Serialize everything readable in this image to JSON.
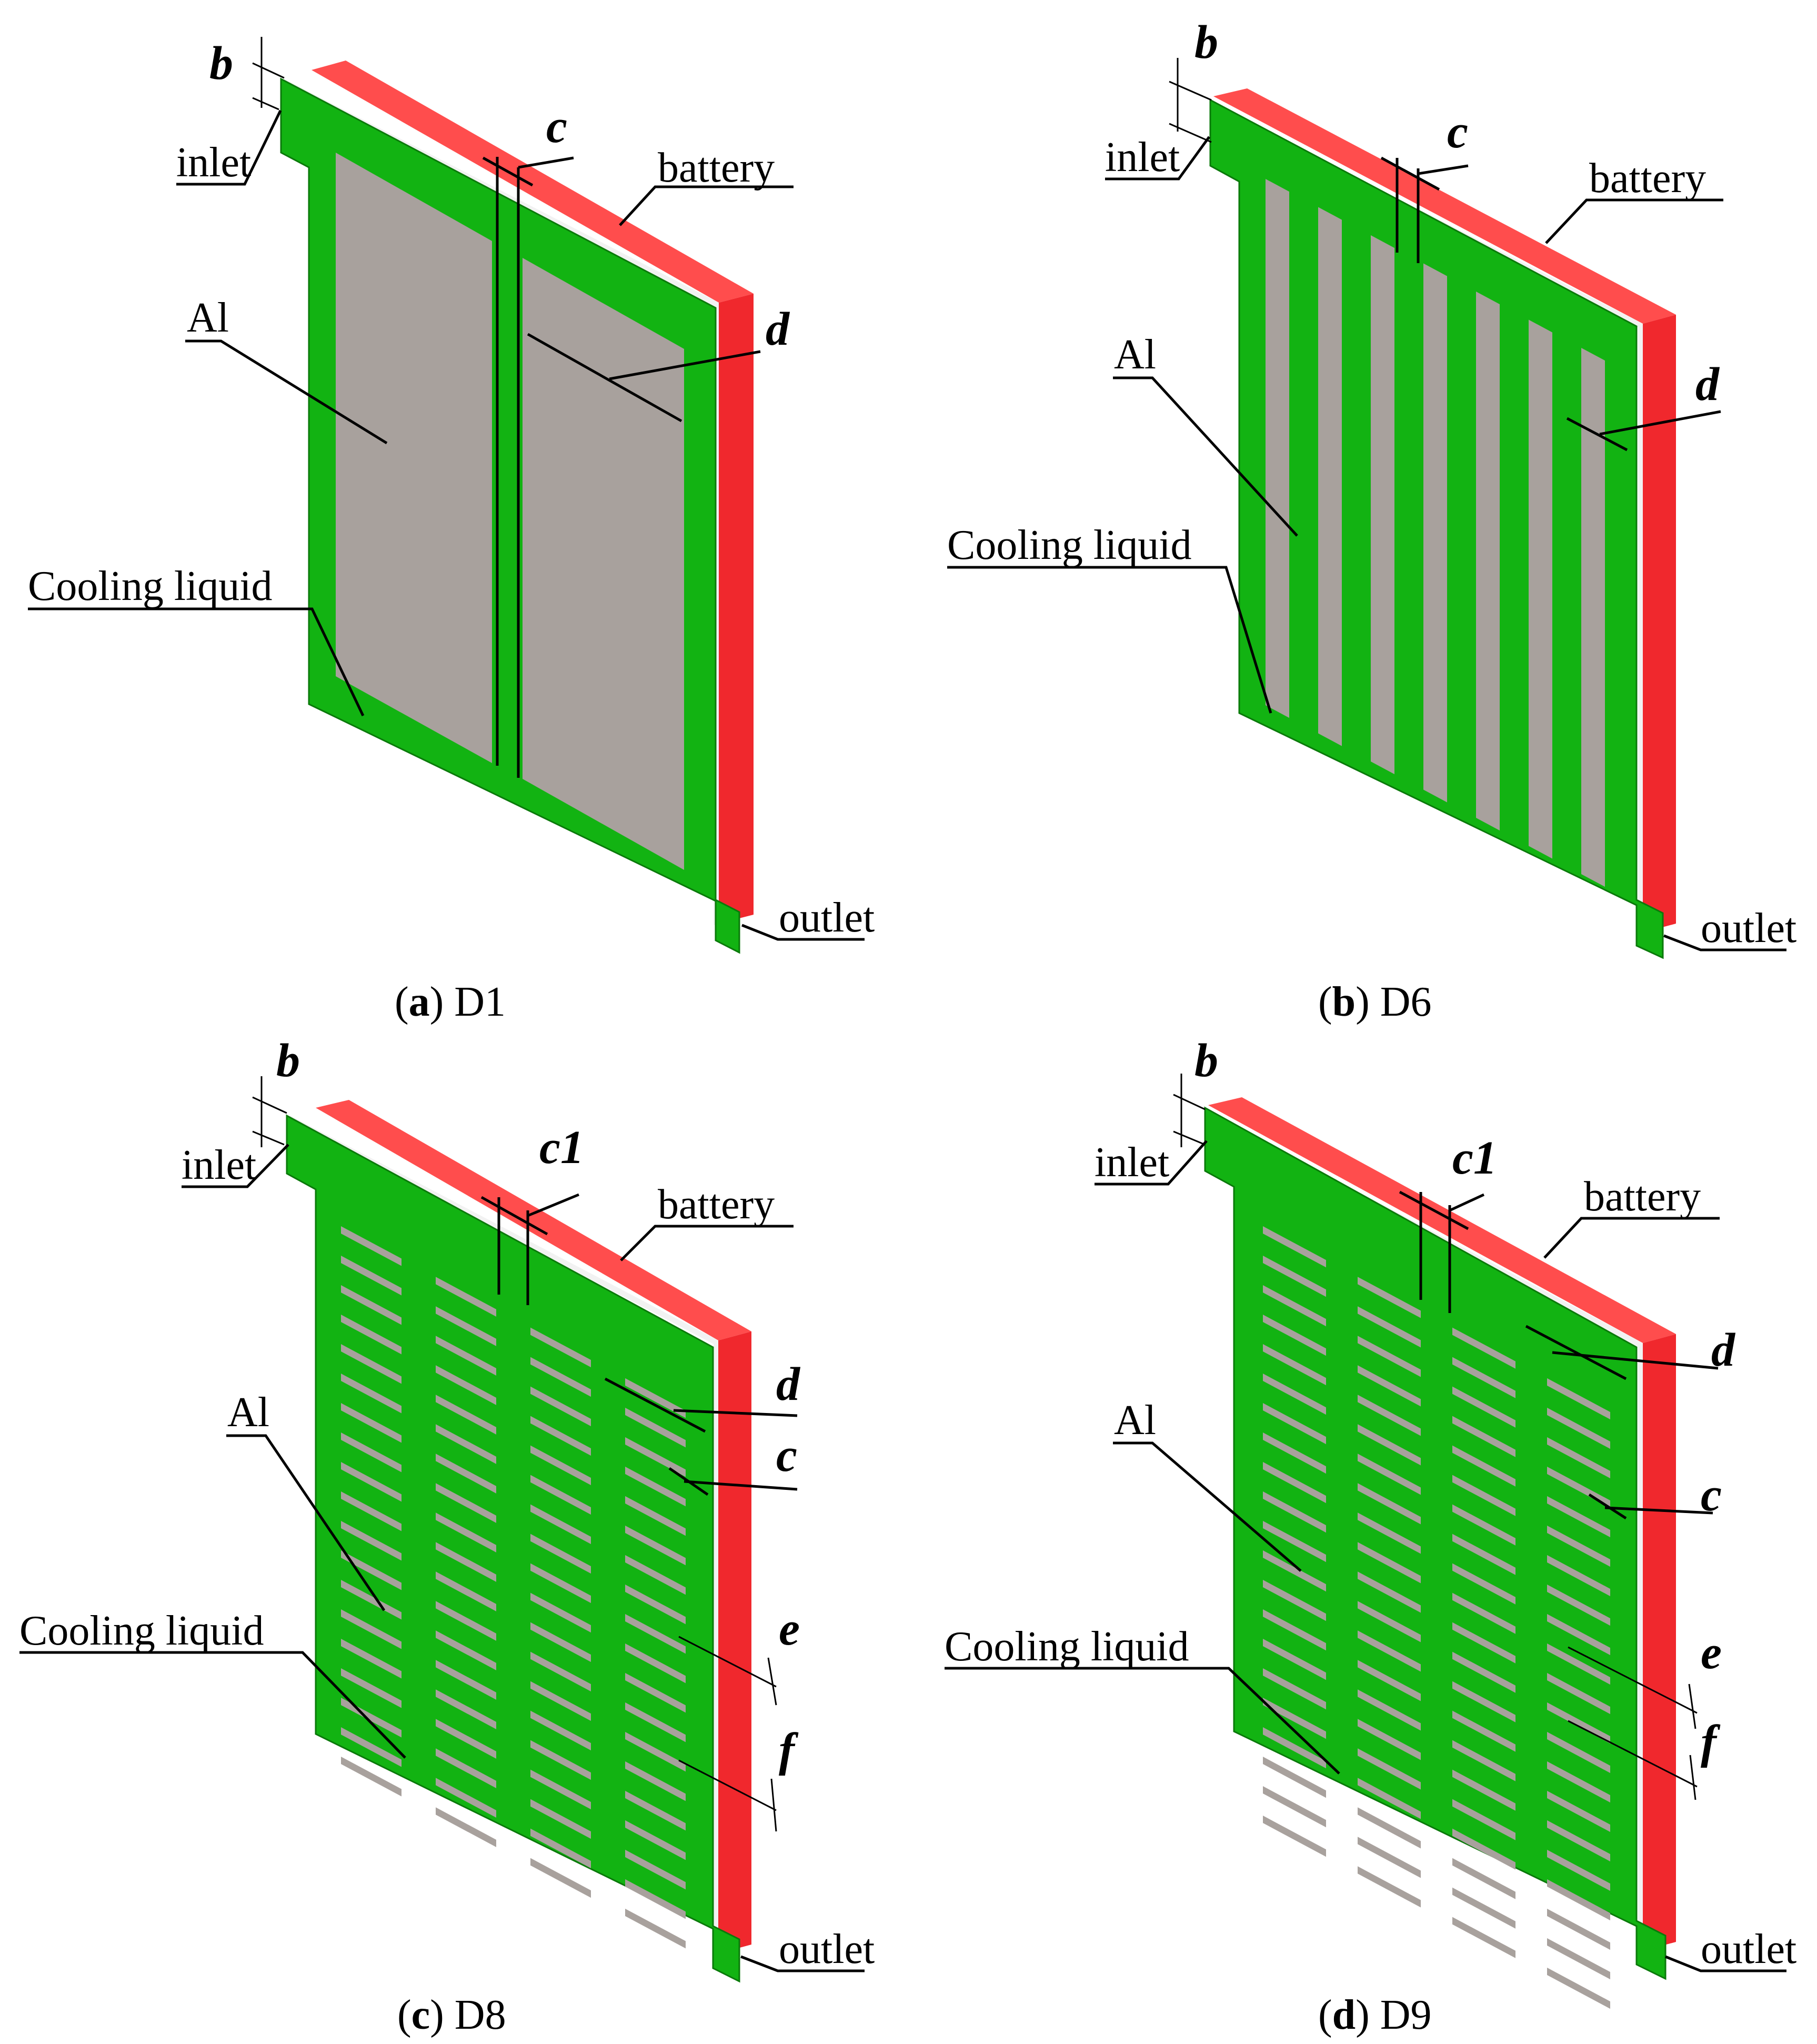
{
  "colors": {
    "plate": "#12b312",
    "plate_edge": "#0a7a0a",
    "aluminum": "#a8a19d",
    "battery_top": "#ff4d4d",
    "battery_side": "#f0282d",
    "sheet": "#f2f2f2"
  },
  "panels": [
    {
      "id": "a",
      "caption_letter": "a",
      "caption_text": "D1",
      "labels": {
        "inlet": "inlet",
        "battery": "battery",
        "al": "Al",
        "cooling": "Cooling liquid",
        "outlet": "outlet"
      },
      "dims": [
        "b",
        "c",
        "d"
      ]
    },
    {
      "id": "b",
      "caption_letter": "b",
      "caption_text": "D6",
      "labels": {
        "inlet": "inlet",
        "battery": "battery",
        "al": "Al",
        "cooling": "Cooling liquid",
        "outlet": "outlet"
      },
      "dims": [
        "b",
        "c",
        "d"
      ]
    },
    {
      "id": "c",
      "caption_letter": "c",
      "caption_text": "D8",
      "labels": {
        "inlet": "inlet",
        "battery": "battery",
        "al": "Al",
        "cooling": "Cooling liquid",
        "outlet": "outlet"
      },
      "dims": [
        "b",
        "c1",
        "d",
        "c",
        "e",
        "f"
      ]
    },
    {
      "id": "d",
      "caption_letter": "d",
      "caption_text": "D9",
      "labels": {
        "inlet": "inlet",
        "battery": "battery",
        "al": "Al",
        "cooling": "Cooling liquid",
        "outlet": "outlet"
      },
      "dims": [
        "b",
        "c1",
        "d",
        "c",
        "e",
        "f"
      ]
    }
  ]
}
